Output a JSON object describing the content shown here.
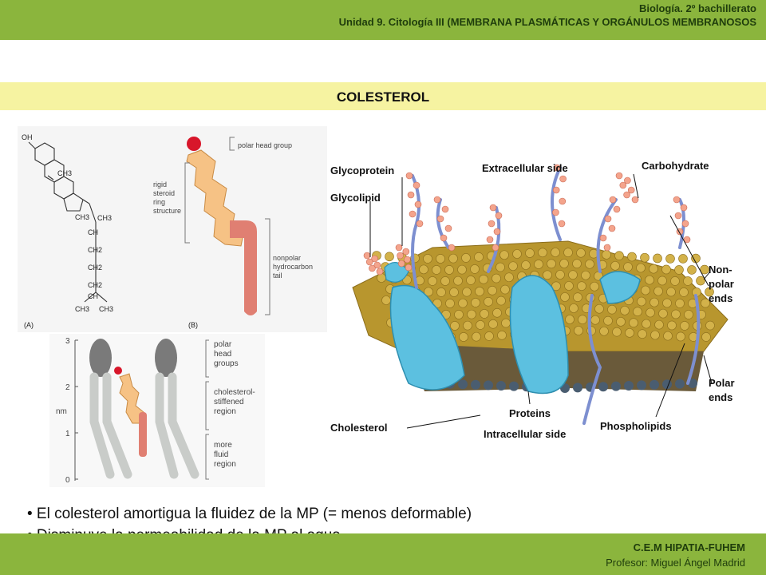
{
  "header": {
    "course": "Biología. 2º bachillerato",
    "unit": "Unidad 9. Citología III (MEMBRANA PLASMÁTICAS Y ORGÁNULOS MEMBRANOSOS"
  },
  "title": "COLESTEROL",
  "structure_figure": {
    "a_label": "(A)",
    "b_label": "(B)",
    "groups": [
      "OH",
      "CH3",
      "CH3",
      "CH3",
      "CH",
      "CH2",
      "CH2",
      "CH2",
      "CH",
      "CH3",
      "CH3"
    ],
    "polar_head": "polar head group",
    "ring": [
      "rigid",
      "steroid",
      "ring",
      "structure"
    ],
    "tail": [
      "nonpolar",
      "hydrocarbon",
      "tail"
    ]
  },
  "bilayer_figure": {
    "axis_label": "nm",
    "ticks": [
      "3",
      "2",
      "1",
      "0"
    ],
    "region1": [
      "polar",
      "head",
      "groups"
    ],
    "region2": [
      "cholesterol-",
      "stiffened",
      "region"
    ],
    "region3": [
      "more",
      "fluid",
      "region"
    ]
  },
  "membrane_figure": {
    "labels": {
      "glycoprotein": "Glycoprotein",
      "glycolipid": "Glycolipid",
      "extracellular": "Extracellular side",
      "carbohydrate": "Carbohydrate",
      "nonpolar": [
        "Non-",
        "polar",
        "ends"
      ],
      "polar": [
        "Polar",
        "ends"
      ],
      "cholesterol": "Cholesterol",
      "proteins": "Proteins",
      "intracellular": "Intracellular side",
      "phospholipids": "Phospholipids"
    }
  },
  "bullets": [
    "• El colesterol amortigua la fluidez de la MP (= menos deformable)",
    "• Disminuye la permeabilidad de la MP al agua"
  ],
  "footer": {
    "school": "C.E.M HIPATIA-FUHEM",
    "teacher": "Profesor: Miguel Ángel Madrid"
  },
  "colors": {
    "green_bar": "#8bb53d",
    "title_bar": "#f6f3a1",
    "steroid_ring": "#f6c285",
    "tail": "#e07f72",
    "polar_head": "#d8162a",
    "protein": "#5cc0e0",
    "lipid_head": "#c9a23b"
  }
}
